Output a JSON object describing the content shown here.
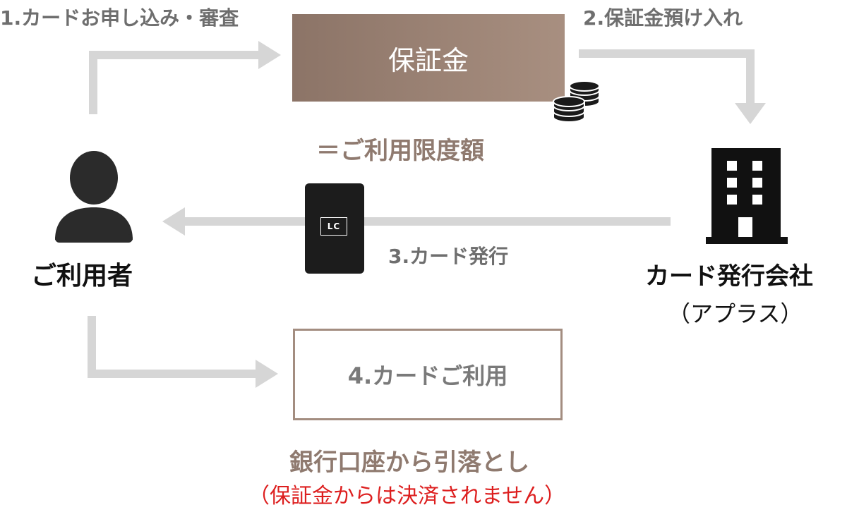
{
  "steps": {
    "step1": "1.カードお申し込み・審査",
    "step2": "2.保証金預け入れ",
    "step3": "3.カード発行",
    "step4": "4.カードご利用"
  },
  "deposit": {
    "label": "保証金",
    "limit_note": "＝ご利用限度額"
  },
  "user": {
    "label": "ご利用者",
    "icon": "user-icon"
  },
  "company": {
    "label": "カード発行会社",
    "sub_label": "（アプラス）",
    "icon": "building-icon"
  },
  "card": {
    "logo": "LC",
    "icon": "card-icon"
  },
  "payment": {
    "debit": "銀行口座から引落とし",
    "note": "（保証金からは決済されません）"
  },
  "colors": {
    "arrow": "#d6d6d6",
    "deposit_box": "#9b8273",
    "brand_text": "#8f7a6f",
    "note_red": "#dd1f1f",
    "dark": "#1c1c1c"
  }
}
